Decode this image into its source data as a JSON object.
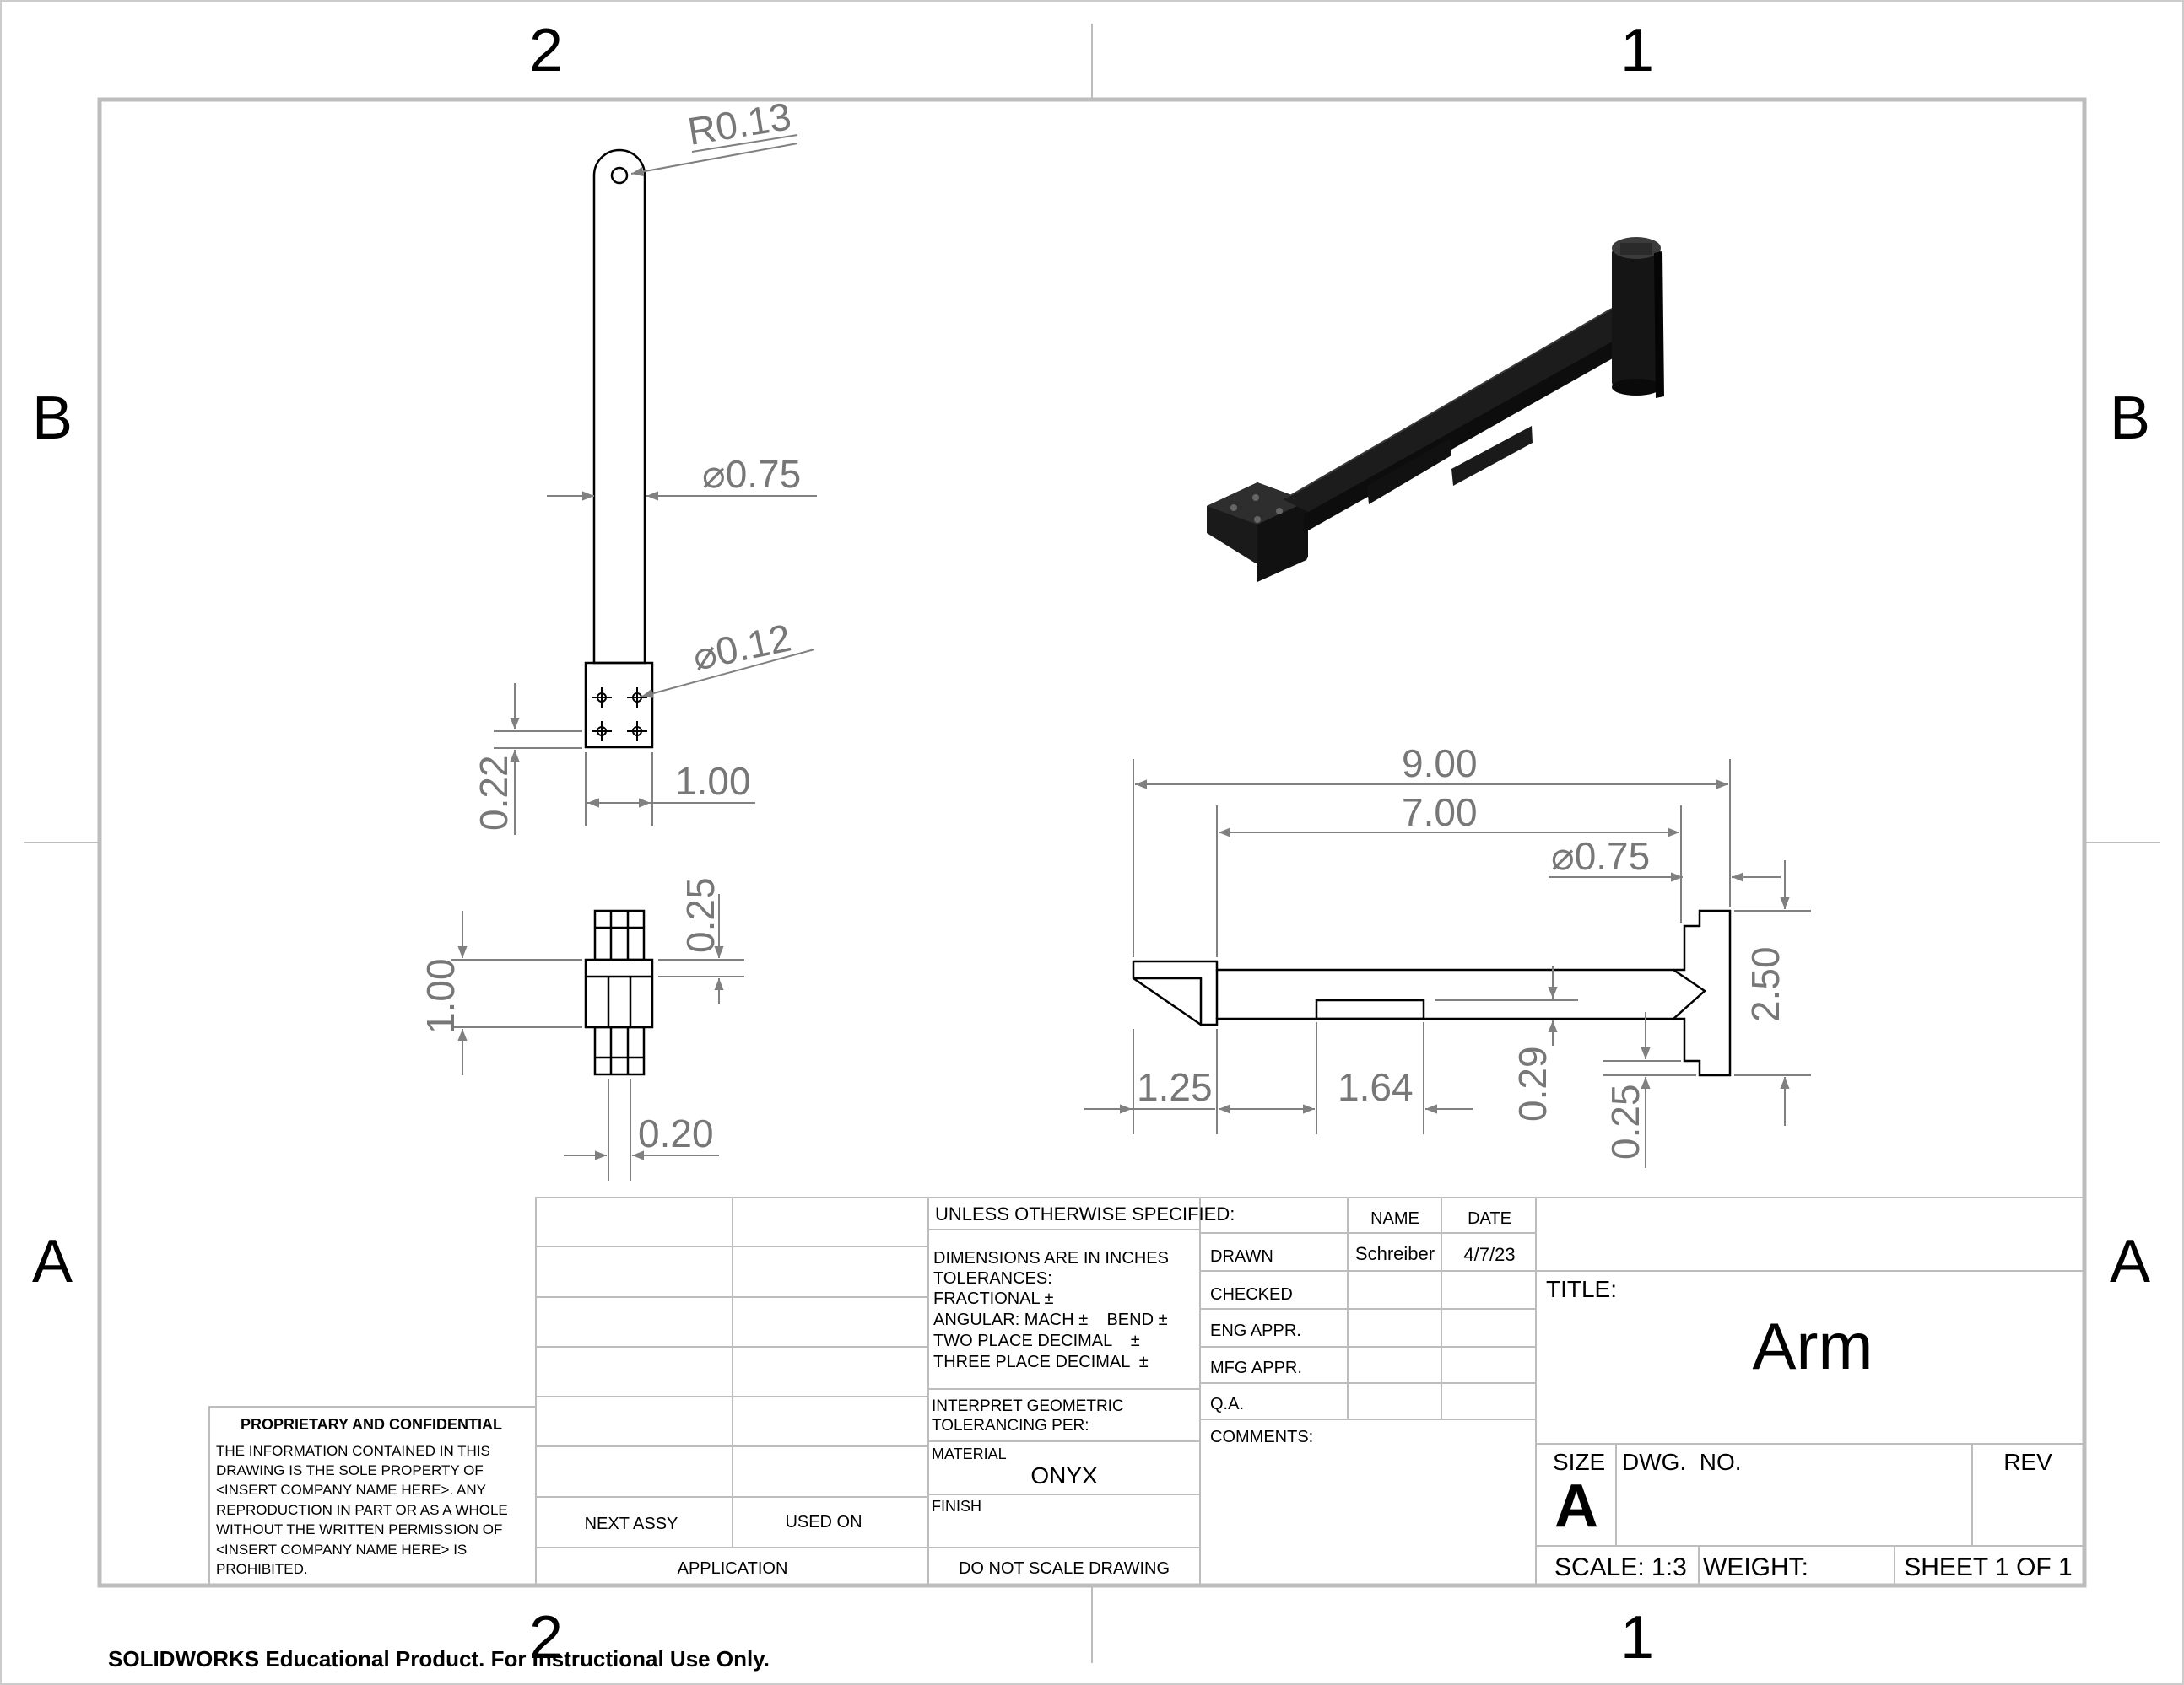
{
  "zones": {
    "top": [
      "2",
      "1"
    ],
    "bottom": [
      "2",
      "1"
    ],
    "left": [
      "B",
      "A"
    ],
    "right": [
      "B",
      "A"
    ]
  },
  "dimensions": {
    "top_view": {
      "radius": "R0.13",
      "diameter_rod": "⌀0.75",
      "diameter_hole": "⌀0.12",
      "hole_offset": "0.22",
      "block_width": "1.00"
    },
    "end_view": {
      "height": "1.00",
      "top_thickness": "0.25",
      "slot_width": "0.20"
    },
    "front_view": {
      "overall_length": "9.00",
      "rod_length": "7.00",
      "diameter": "⌀0.75",
      "height": "2.50",
      "tip_length": "1.25",
      "pad_length": "1.64",
      "pad_offset": "0.29",
      "lip": "0.25"
    }
  },
  "title_block": {
    "unless_specified": "UNLESS OTHERWISE SPECIFIED:",
    "dims_in_inches": "DIMENSIONS ARE IN INCHES",
    "tolerances": "TOLERANCES:",
    "fractional": "FRACTIONAL ±",
    "angular": "ANGULAR: MACH ±    BEND ±",
    "two_place": "TWO PLACE DECIMAL    ±",
    "three_place": "THREE PLACE DECIMAL  ±",
    "interpret": "INTERPRET GEOMETRIC",
    "tolerancing_per": "TOLERANCING PER:",
    "material_label": "MATERIAL",
    "material": "ONYX",
    "finish_label": "FINISH",
    "do_not_scale": "DO NOT SCALE DRAWING",
    "next_assy": "NEXT ASSY",
    "used_on": "USED ON",
    "application": "APPLICATION",
    "name_header": "NAME",
    "date_header": "DATE",
    "drawn": "DRAWN",
    "drawn_name": "Schreiber",
    "drawn_date": "4/7/23",
    "checked": "CHECKED",
    "eng_appr": "ENG APPR.",
    "mfg_appr": "MFG APPR.",
    "qa": "Q.A.",
    "comments": "COMMENTS:",
    "title_label": "TITLE:",
    "title": "Arm",
    "size_label": "SIZE",
    "size": "A",
    "dwg_no_label": "DWG.  NO.",
    "rev_label": "REV",
    "scale": "SCALE: 1:3",
    "weight": "WEIGHT:",
    "sheet": "SHEET 1 OF 1"
  },
  "proprietary": {
    "heading": "PROPRIETARY AND CONFIDENTIAL",
    "lines": [
      "THE INFORMATION CONTAINED IN THIS",
      "DRAWING IS THE SOLE PROPERTY OF",
      "<INSERT COMPANY NAME HERE>.  ANY",
      "REPRODUCTION IN PART OR AS A WHOLE",
      "WITHOUT THE WRITTEN PERMISSION OF",
      "<INSERT COMPANY NAME HERE> IS",
      "PROHIBITED."
    ]
  },
  "watermark": "SOLIDWORKS Educational Product. For Instructional Use Only."
}
